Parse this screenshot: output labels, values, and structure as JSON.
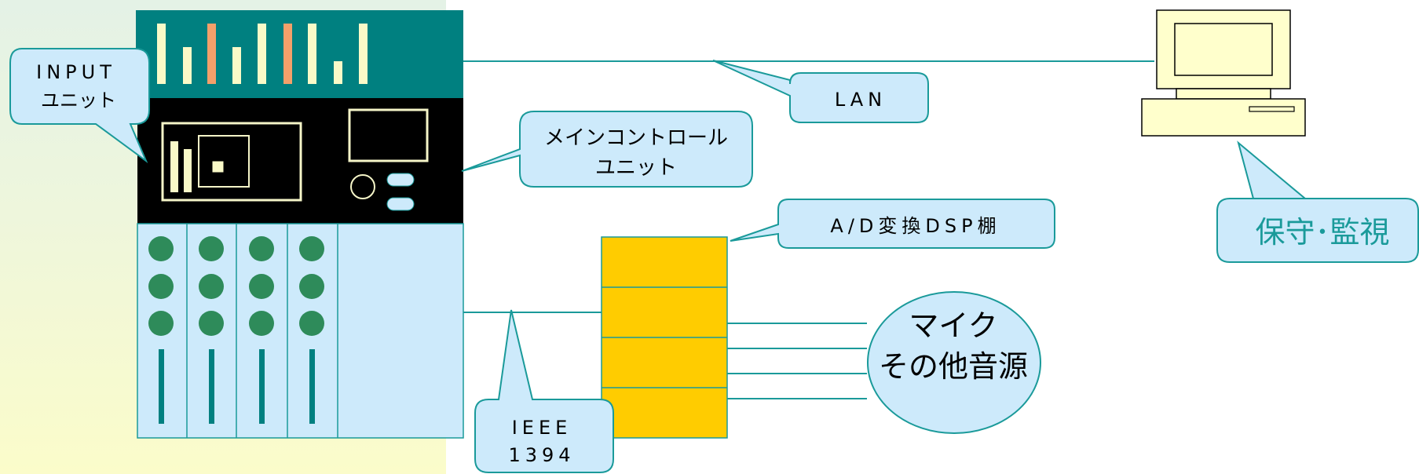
{
  "colors": {
    "teal": "#008080",
    "callout_fill": "#cdeafb",
    "callout_stroke": "#1a9a9a",
    "console_blue": "#cdeafb",
    "knob_green": "#2e8b5a",
    "meter_light": "#fafac8",
    "meter_orange": "#f4a06a",
    "rack_yellow": "#ffcc00",
    "pc_cream": "#ffffcc",
    "maintenance_text": "#1a9a9a"
  },
  "labels": {
    "input_unit": [
      "INPUT",
      "ユニット"
    ],
    "main_control": [
      "メインコントロール",
      "ユニット"
    ],
    "lan": "LAN",
    "ad_dsp": "A/D変換DSP棚",
    "ieee": [
      "IEEE",
      "1394"
    ],
    "mic": [
      "マイク",
      "その他音源"
    ],
    "maintenance": "保守･監視"
  }
}
